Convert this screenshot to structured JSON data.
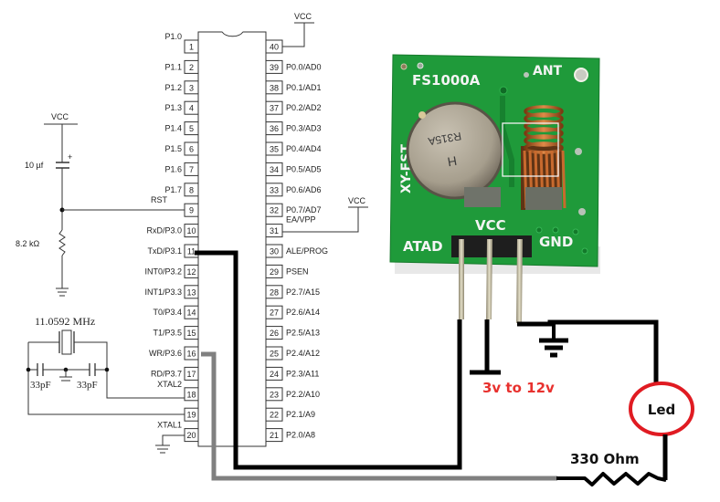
{
  "microcontroller": {
    "left_pins": [
      {
        "num": "1",
        "label": "P1.0"
      },
      {
        "num": "2",
        "label": "P1.1"
      },
      {
        "num": "3",
        "label": "P1.2"
      },
      {
        "num": "4",
        "label": "P1.3"
      },
      {
        "num": "5",
        "label": "P1.4"
      },
      {
        "num": "6",
        "label": "P1.5"
      },
      {
        "num": "7",
        "label": "P1.6"
      },
      {
        "num": "8",
        "label": "P1.7"
      },
      {
        "num": "9",
        "label": "RST"
      },
      {
        "num": "10",
        "label": "RxD/P3.0"
      },
      {
        "num": "11",
        "label": "TxD/P3.1"
      },
      {
        "num": "12",
        "label": "INT0/P3.2"
      },
      {
        "num": "13",
        "label": "INT1/P3.3"
      },
      {
        "num": "14",
        "label": "T0/P3.4"
      },
      {
        "num": "15",
        "label": "T1/P3.5"
      },
      {
        "num": "16",
        "label": "WR/P3.6"
      },
      {
        "num": "17",
        "label": "RD/P3.7"
      },
      {
        "num": "18",
        "label": "XTAL2"
      },
      {
        "num": "19",
        "label": ""
      },
      {
        "num": "20",
        "label": "XTAL1"
      }
    ],
    "right_pins": [
      {
        "num": "40",
        "label": ""
      },
      {
        "num": "39",
        "label": "P0.0/AD0"
      },
      {
        "num": "38",
        "label": "P0.1/AD1"
      },
      {
        "num": "37",
        "label": "P0.2/AD2"
      },
      {
        "num": "36",
        "label": "P0.3/AD3"
      },
      {
        "num": "35",
        "label": "P0.4/AD4"
      },
      {
        "num": "34",
        "label": "P0.5/AD5"
      },
      {
        "num": "33",
        "label": "P0.6/AD6"
      },
      {
        "num": "32",
        "label": "P0.7/AD7"
      },
      {
        "num": "31",
        "label": "EA/VPP"
      },
      {
        "num": "30",
        "label": "ALE/PROG"
      },
      {
        "num": "29",
        "label": "PSEN"
      },
      {
        "num": "28",
        "label": "P2.7/A15"
      },
      {
        "num": "27",
        "label": "P2.6/A14"
      },
      {
        "num": "26",
        "label": "P2.5/A13"
      },
      {
        "num": "25",
        "label": "P2.4/A12"
      },
      {
        "num": "24",
        "label": "P2.3/A11"
      },
      {
        "num": "23",
        "label": "P2.2/A10"
      },
      {
        "num": "22",
        "label": "P2.1/A9"
      },
      {
        "num": "21",
        "label": "P2.0/A8"
      }
    ]
  },
  "labels": {
    "vcc_top": "VCC",
    "vcc_ea": "VCC",
    "vcc_reset": "VCC",
    "cap_reset": "10 µf",
    "cap_polarity": "+",
    "res_reset": "8.2 kΩ",
    "crystal": "11.0592 MHz",
    "cap_xtal_left": "33pF",
    "cap_xtal_right": "33pF",
    "supply": "3v to 12v",
    "led": "Led",
    "resistor": "330 Ohm"
  },
  "rf_module": {
    "model": "FS1000A",
    "brand": "XY-FST",
    "antenna": "ANT",
    "pin_data": "ATAD",
    "pin_vcc": "VCC",
    "pin_gnd": "GND",
    "resonator": "R315A",
    "resonator_mark": "H"
  },
  "colors": {
    "pcb_green": "#1f9a3a",
    "supply_text": "#e8312e",
    "led_ring": "#e01b22",
    "wire_black": "#000000",
    "wire_gray": "#808080"
  }
}
